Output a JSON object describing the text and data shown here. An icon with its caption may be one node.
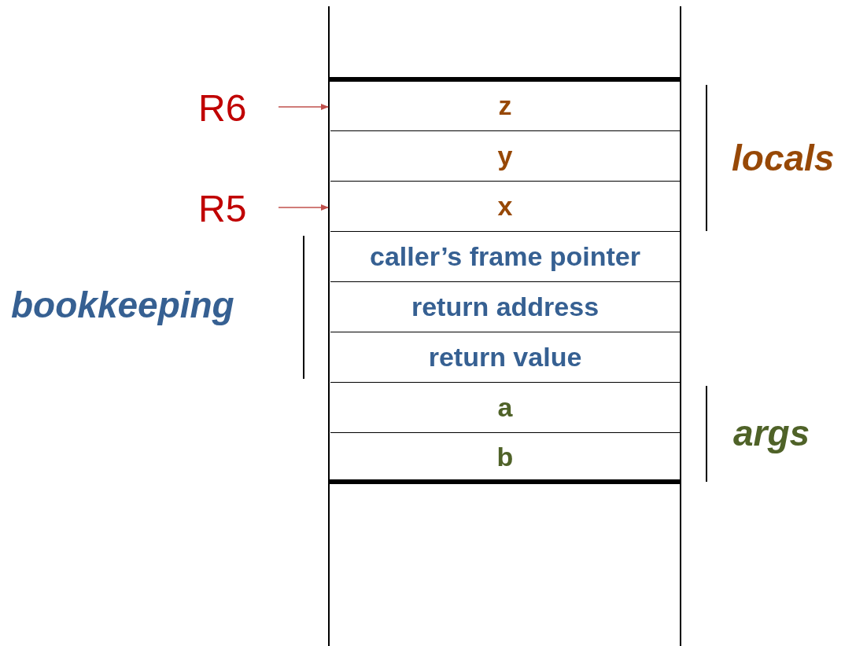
{
  "diagram": {
    "nodes": [
      {
        "text": [
          "z"
        ]
      },
      {
        "text": [
          "y"
        ]
      },
      {
        "text": [
          "x"
        ]
      },
      {
        "text": [
          "caller’s frame pointer"
        ]
      },
      {
        "text": [
          "return address"
        ]
      },
      {
        "text": [
          "return value"
        ]
      },
      {
        "text": [
          "a"
        ]
      },
      {
        "text": [
          "b"
        ]
      },
      {
        "text": [
          "R6"
        ]
      },
      {
        "text": [
          "R5"
        ]
      }
    ],
    "edges": [
      {
        "from": 8,
        "to": 0,
        "arrow": "to"
      },
      {
        "from": 9,
        "to": 2,
        "arrow": "to"
      }
    ],
    "labels": [
      "locals",
      "bookkeeping",
      "args"
    ]
  }
}
